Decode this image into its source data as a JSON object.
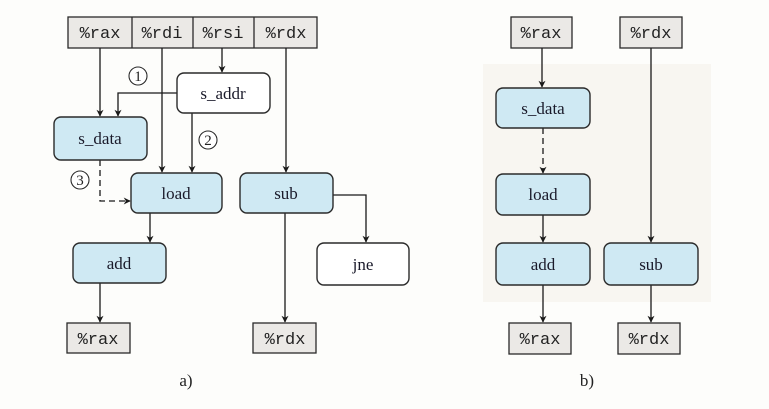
{
  "colors": {
    "register_fill": "#ebe9e6",
    "op_fill": "#cfe9f3",
    "plain_fill": "#ffffff",
    "stroke": "#2a2a2a",
    "panel_b_bg": "#f8f6f1"
  },
  "panel_a": {
    "caption": "a)",
    "top_registers": [
      "%rax",
      "%rdi",
      "%rsi",
      "%rdx"
    ],
    "nodes": {
      "s_addr": "s_addr",
      "s_data": "s_data",
      "load": "load",
      "sub": "sub",
      "add": "add",
      "jne": "jne"
    },
    "bottom_registers": [
      "%rax",
      "%rdx"
    ],
    "markers": [
      "1",
      "2",
      "3"
    ]
  },
  "panel_b": {
    "caption": "b)",
    "top_registers": [
      "%rax",
      "%rdx"
    ],
    "nodes": {
      "s_data": "s_data",
      "load": "load",
      "add": "add",
      "sub": "sub"
    },
    "bottom_registers": [
      "%rax",
      "%rdx"
    ]
  }
}
